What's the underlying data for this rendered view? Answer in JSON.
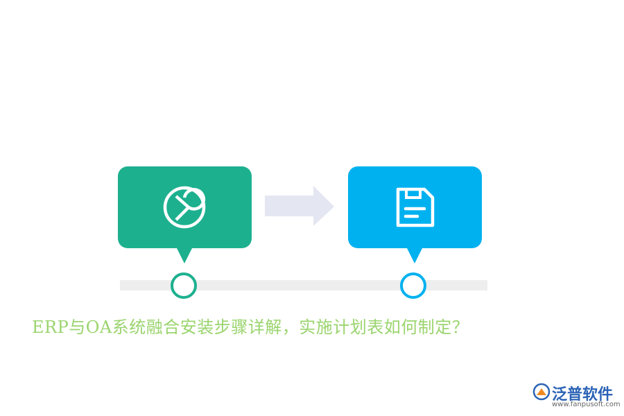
{
  "title": "ERP与OA系统融合安装步骤详解，实施计划表如何制定？",
  "steps": [
    {
      "icon": "pie-chart-icon",
      "color": "#1db08f"
    },
    {
      "icon": "save-disk-icon",
      "color": "#00b1ef"
    }
  ],
  "brand": {
    "name": "泛普软件",
    "url": "www.fanpusoft.com",
    "icon": "fanpu-logo-icon"
  },
  "colors": {
    "timeline": "#eeeeee",
    "arrow": "#e4e6f2",
    "title": "#9ad46e",
    "brand": "#2b63b5"
  }
}
